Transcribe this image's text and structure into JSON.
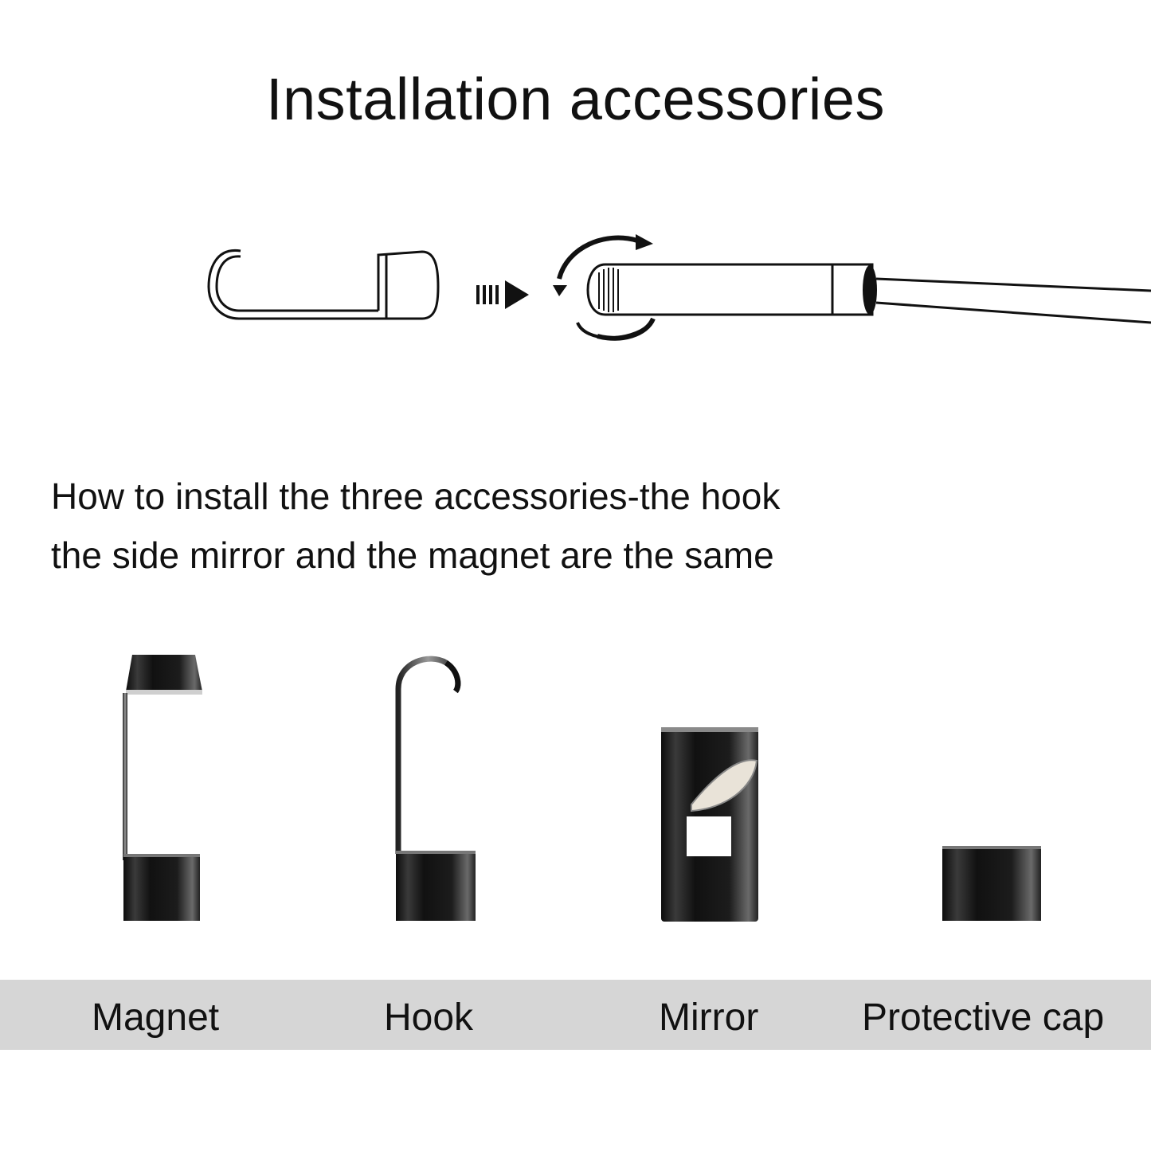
{
  "title": "Installation accessories",
  "instructions": {
    "line1": "How to install the three accessories-the hook",
    "line2": "the side mirror and the magnet are the same"
  },
  "accessories": [
    {
      "label": "Magnet"
    },
    {
      "label": "Hook"
    },
    {
      "label": "Mirror"
    },
    {
      "label": "Protective cap"
    }
  ],
  "colors": {
    "background": "#ffffff",
    "label_bar": "#d6d6d6",
    "text": "#111111",
    "metal_dark": "#1a1a1a"
  },
  "icons": [
    "hook-outline-icon",
    "arrow-right-icon",
    "rotate-arrows-icon",
    "probe-camera-icon"
  ]
}
